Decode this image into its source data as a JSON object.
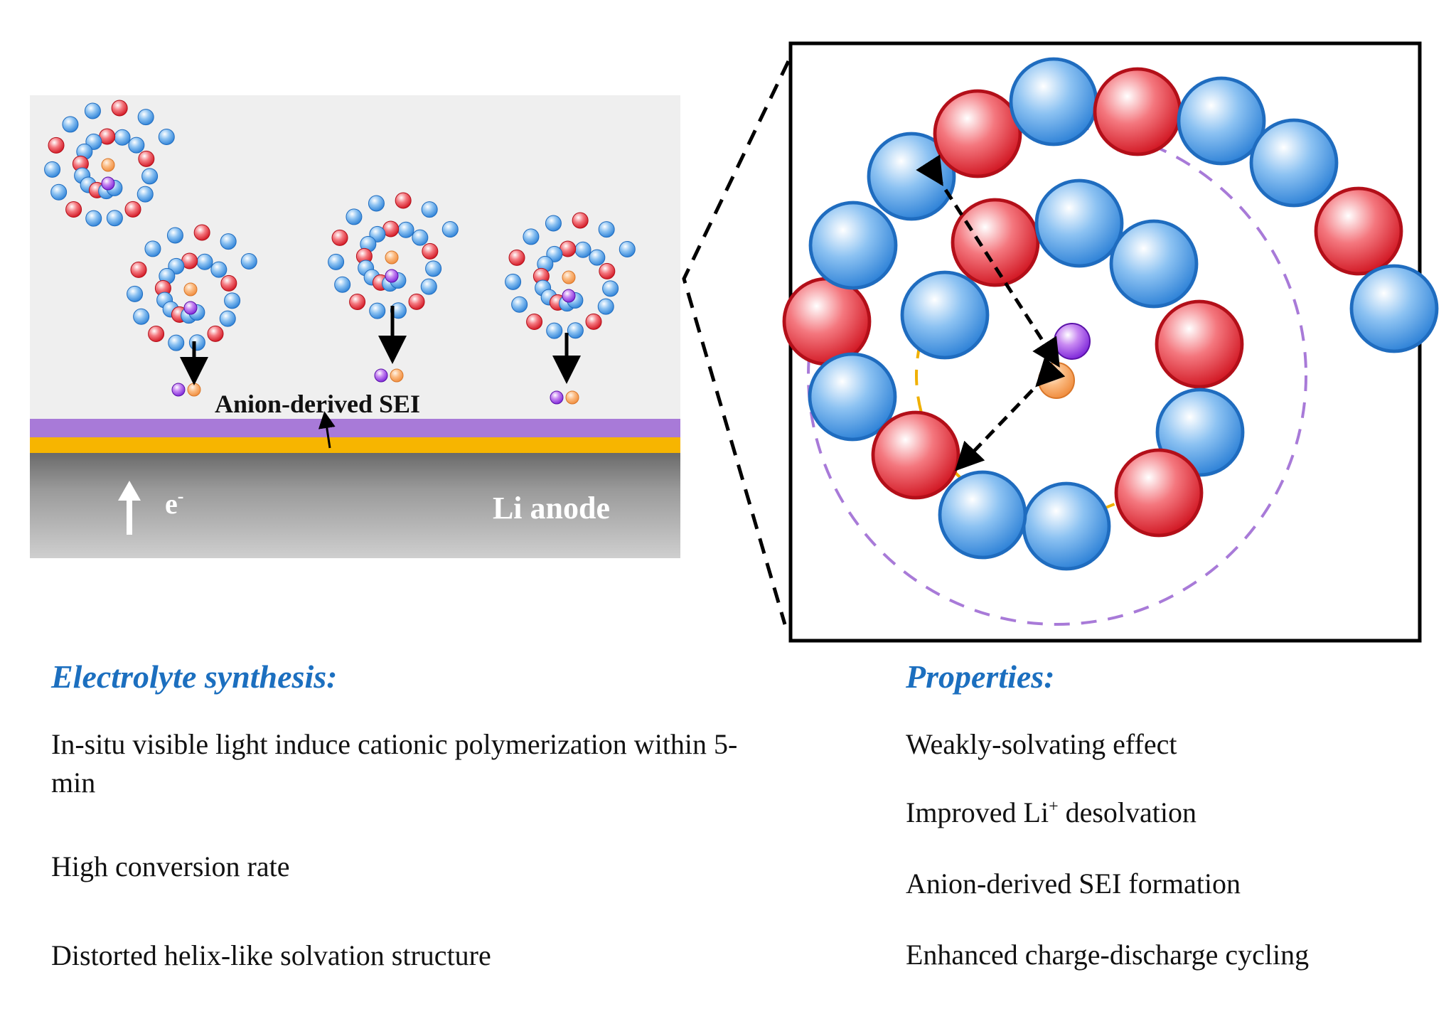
{
  "colors": {
    "red_bead": "#e02a34",
    "blue_bead": "#3d8fe0",
    "li_ion": "#8a2be2",
    "anion": "#f29a4a",
    "sei_layer": "#a87ad8",
    "interphase": "#f7b500",
    "heading": "#1c6fbf",
    "outer_ring": "#a87ad8",
    "inner_ring": "#f0b000"
  },
  "diagram": {
    "sei_label": "Anion-derived SEI",
    "electron_label": "e",
    "electron_sup": "-",
    "anode_label": "Li anode"
  },
  "synthesis": {
    "heading": "Electrolyte synthesis:",
    "items": [
      "In-situ visible light induce cationic polymerization within 5-min",
      "High conversion rate",
      "Distorted helix-like solvation structure"
    ]
  },
  "properties": {
    "heading": "Properties:",
    "item_1": "Weakly-solvating effect",
    "item_2_pre": "Improved Li",
    "item_2_sup": "+",
    "item_2_post": " desolvation",
    "item_3": "Anion-derived SEI formation",
    "item_4": "Enhanced charge-discharge cycling"
  }
}
